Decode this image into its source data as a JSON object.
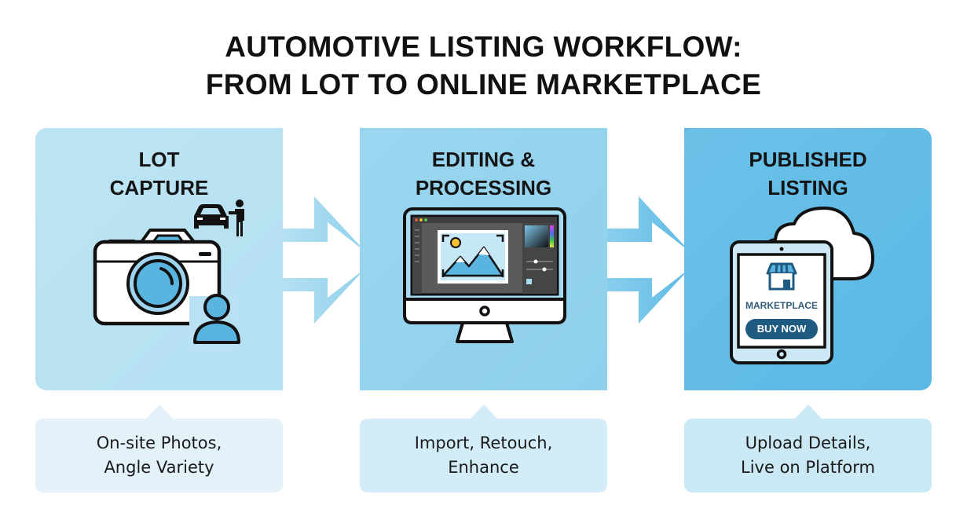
{
  "title": {
    "line1": "AUTOMOTIVE LISTING WORKFLOW:",
    "line2": "FROM LOT TO ONLINE MARKETPLACE"
  },
  "steps": [
    {
      "title_line1": "LOT",
      "title_line2": "CAPTURE",
      "icons": [
        "camera-icon",
        "car-with-person-icon",
        "user-icon"
      ],
      "caption_line1": "On-site Photos,",
      "caption_line2": "Angle Variety",
      "color": "#b8e2f3"
    },
    {
      "title_line1": "EDITING &",
      "title_line2": "PROCESSING",
      "icons": [
        "monitor-photo-editor-icon"
      ],
      "caption_line1": "Import, Retouch,",
      "caption_line2": "Enhance",
      "color": "#94d3ee"
    },
    {
      "title_line1": "PUBLISHED",
      "title_line2": "LISTING",
      "icons": [
        "tablet-icon",
        "cloud-icon",
        "storefront-icon"
      ],
      "tablet_label": "MARKETPLACE",
      "tablet_button": "BUY NOW",
      "caption_line1": "Upload Details,",
      "caption_line2": "Live on Platform",
      "color": "#62bce6"
    }
  ],
  "connectors": [
    "arrow-right-icon",
    "arrow-right-icon"
  ],
  "colors": {
    "outline": "#111111",
    "icon_blue": "#5ab4e0",
    "navy": "#1f5a80",
    "sun": "#f3c431"
  }
}
